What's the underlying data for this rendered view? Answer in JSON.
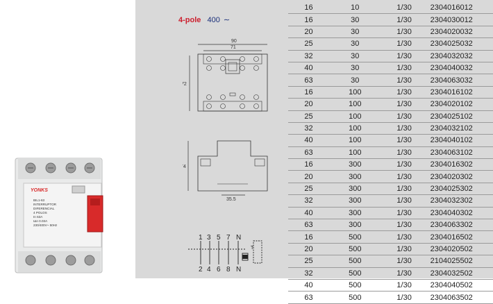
{
  "product": {
    "brand": "YONKS",
    "label_lines": [
      "BIL1-63",
      "INTERRUPTOR",
      "DIFERENCIAL",
      "4 POLOS",
      "In 63A",
      "IΔn 0.03A",
      "230/400V~ 50Hz"
    ]
  },
  "spec": {
    "title_pole": "4-pole",
    "title_voltage": "400",
    "title_symbol": "∼"
  },
  "dimensions": {
    "width_outer": "90",
    "width_inner": "71",
    "height_front": "72",
    "depth": "74",
    "rail": "35.5"
  },
  "wiring": {
    "top_terminals": [
      "1",
      "3",
      "5",
      "7",
      "N"
    ],
    "bottom_terminals": [
      "2",
      "4",
      "6",
      "8",
      "N"
    ],
    "test_label": "T"
  },
  "table": {
    "rows": [
      [
        "16",
        "10",
        "1/30",
        "2304016012"
      ],
      [
        "16",
        "30",
        "1/30",
        "2304030012"
      ],
      [
        "20",
        "30",
        "1/30",
        "2304020032"
      ],
      [
        "25",
        "30",
        "1/30",
        "2304025032"
      ],
      [
        "32",
        "30",
        "1/30",
        "2304032032"
      ],
      [
        "40",
        "30",
        "1/30",
        "2304040032"
      ],
      [
        "63",
        "30",
        "1/30",
        "2304063032"
      ],
      [
        "16",
        "100",
        "1/30",
        "2304016102"
      ],
      [
        "20",
        "100",
        "1/30",
        "2304020102"
      ],
      [
        "25",
        "100",
        "1/30",
        "2304025102"
      ],
      [
        "32",
        "100",
        "1/30",
        "2304032102"
      ],
      [
        "40",
        "100",
        "1/30",
        "2304040102"
      ],
      [
        "63",
        "100",
        "1/30",
        "2304063102"
      ],
      [
        "16",
        "300",
        "1/30",
        "2304016302"
      ],
      [
        "20",
        "300",
        "1/30",
        "2304020302"
      ],
      [
        "25",
        "300",
        "1/30",
        "2304025302"
      ],
      [
        "32",
        "300",
        "1/30",
        "2304032302"
      ],
      [
        "40",
        "300",
        "1/30",
        "2304040302"
      ],
      [
        "63",
        "300",
        "1/30",
        "2304063302"
      ],
      [
        "16",
        "500",
        "1/30",
        "2304016502"
      ],
      [
        "20",
        "500",
        "1/30",
        "2304020502"
      ],
      [
        "25",
        "500",
        "1/30",
        "2104025502"
      ],
      [
        "32",
        "500",
        "1/30",
        "2304032502"
      ],
      [
        "40",
        "500",
        "1/30",
        "2304040502"
      ],
      [
        "63",
        "500",
        "1/30",
        "2304063502"
      ]
    ]
  }
}
